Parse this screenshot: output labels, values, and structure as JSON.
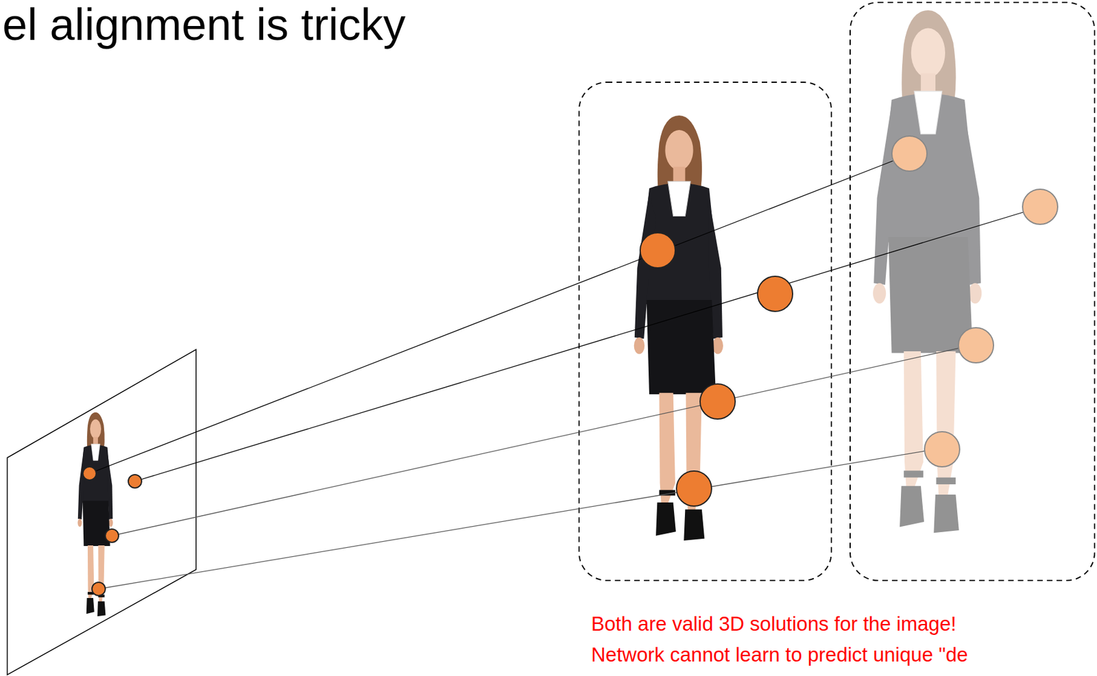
{
  "diagram": {
    "title": "el alignment is tricky",
    "labels": [
      "Both are valid 3D solutions for the image!",
      "Network cannot learn to predict unique \"de"
    ]
  }
}
